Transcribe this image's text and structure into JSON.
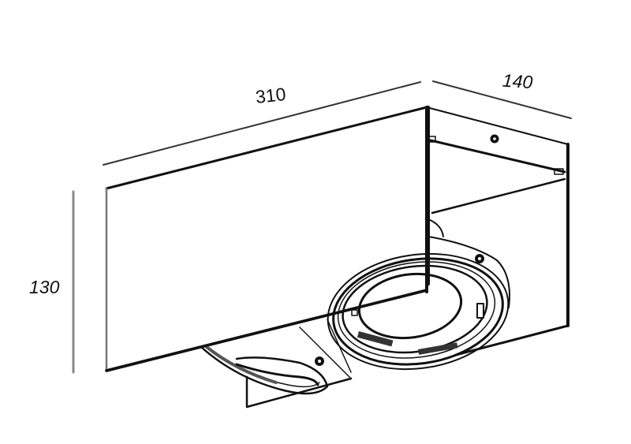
{
  "drawing": {
    "subject": "surface-mounted box spotlight with two adjustable ring lamps",
    "dimensions": {
      "width": {
        "label": "310"
      },
      "depth": {
        "label": "140"
      },
      "height": {
        "label": "130"
      }
    },
    "colors": {
      "line": "#111111",
      "dimension_line": "#555555",
      "background": "#ffffff"
    }
  }
}
